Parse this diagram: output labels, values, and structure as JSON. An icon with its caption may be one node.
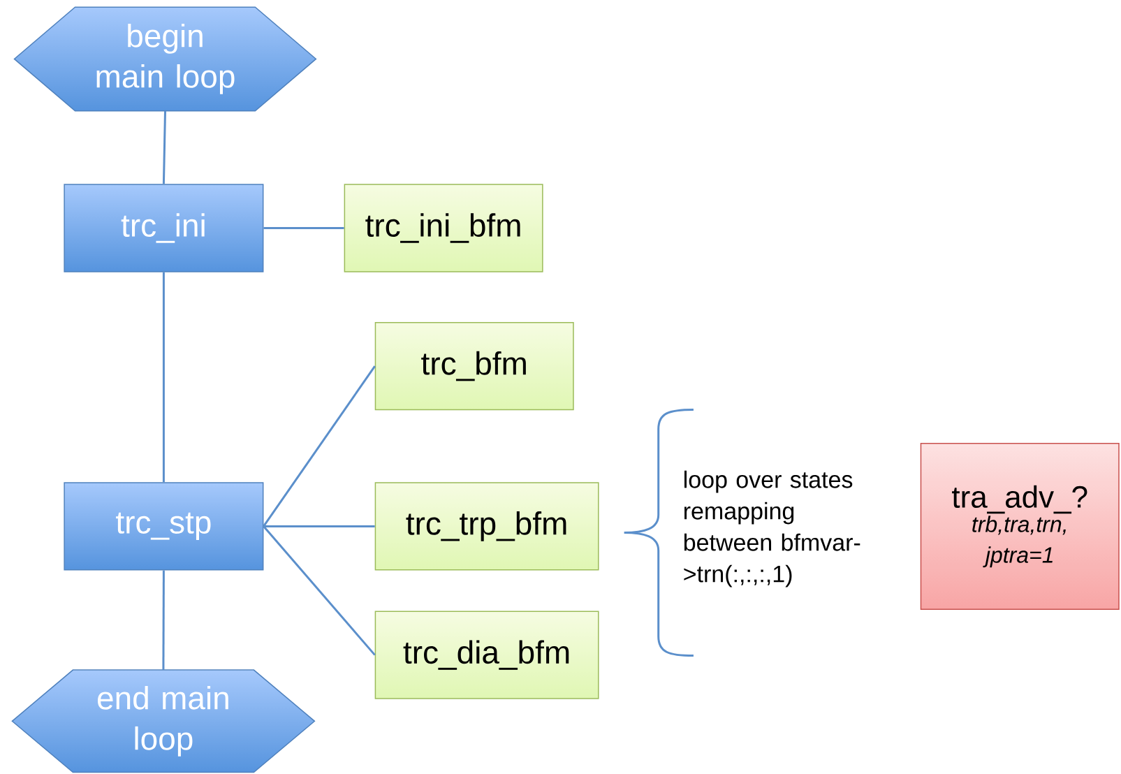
{
  "diagram": {
    "nodes": [
      {
        "text": [
          "begin main loop"
        ]
      },
      {
        "text": [
          "trc_ini"
        ]
      },
      {
        "text": [
          "trc_ini_bfm"
        ]
      },
      {
        "text": [
          "trc_stp"
        ]
      },
      {
        "text": [
          "trc_bfm"
        ]
      },
      {
        "text": [
          "trc_trp_bfm"
        ]
      },
      {
        "text": [
          "trc_dia_bfm"
        ]
      },
      {
        "text": [
          "end main loop"
        ]
      },
      {
        "text": [
          "tra_adv_?",
          "trb,tra,trn, jptra=1"
        ]
      }
    ],
    "edges": [
      {
        "from": 0,
        "to": 1,
        "arrow": "none"
      },
      {
        "from": 1,
        "to": 2,
        "arrow": "none"
      },
      {
        "from": 1,
        "to": 3,
        "arrow": "none"
      },
      {
        "from": 3,
        "to": 4,
        "arrow": "none"
      },
      {
        "from": 3,
        "to": 5,
        "arrow": "none"
      },
      {
        "from": 3,
        "to": 6,
        "arrow": "none"
      },
      {
        "from": 3,
        "to": 7,
        "arrow": "none"
      }
    ],
    "labels": [
      "loop over states remapping between bfmvar->trn(:,:,:,1)"
    ]
  }
}
